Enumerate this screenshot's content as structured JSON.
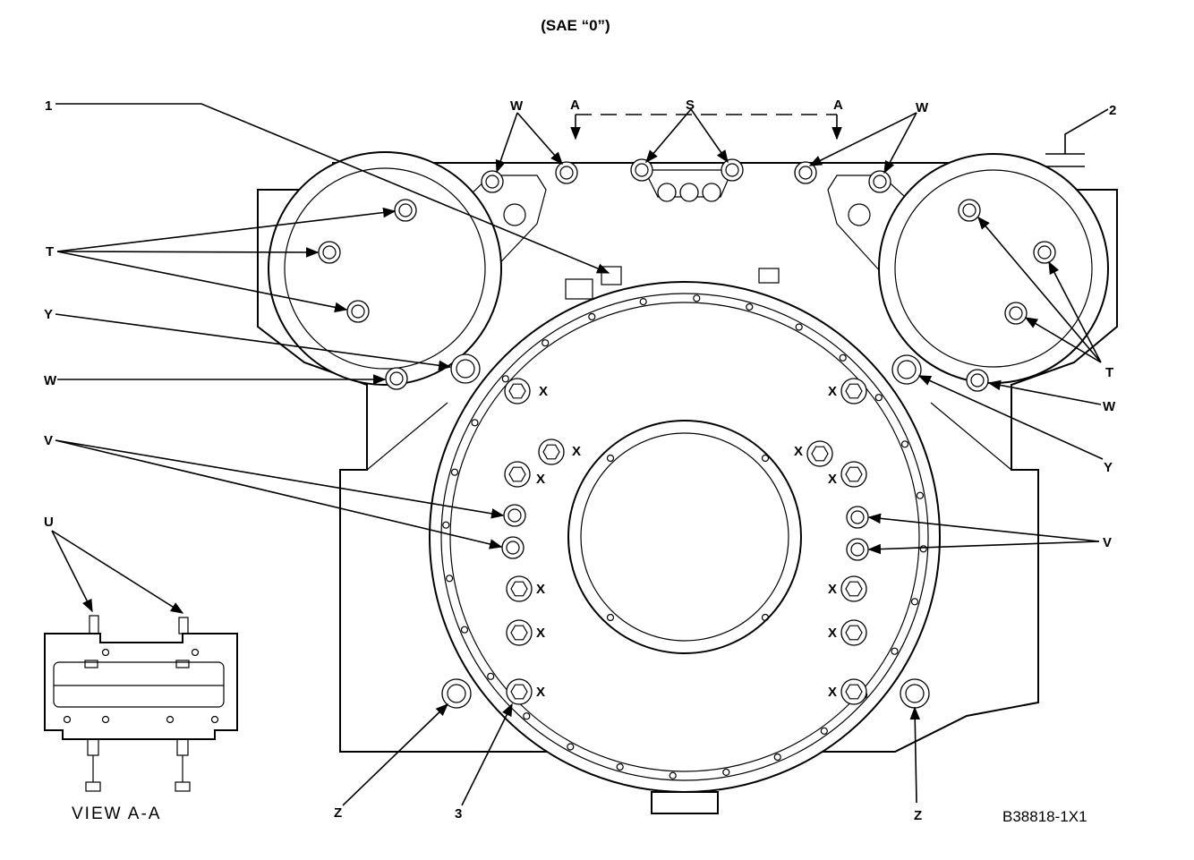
{
  "title": "(SAE “0”)",
  "figure_number": "B38818-1X1",
  "view_caption": "VIEW A-A",
  "section_marks": [
    "A",
    "A"
  ],
  "callouts": {
    "part_1": "1",
    "part_2": "2",
    "part_3": "3",
    "bolt_S": "S",
    "bolt_T_left": "T",
    "bolt_T_right": "T",
    "bolt_U": "U",
    "bolt_V_left": "V",
    "bolt_V_right": "V",
    "bolt_W_top_left": "W",
    "bolt_W_top_right": "W",
    "bolt_W_left": "W",
    "bolt_W_right": "W",
    "bolt_Y_left": "Y",
    "bolt_Y_right": "Y",
    "bolt_Z_left": "Z",
    "bolt_Z_right": "Z"
  },
  "x_marker": "X"
}
